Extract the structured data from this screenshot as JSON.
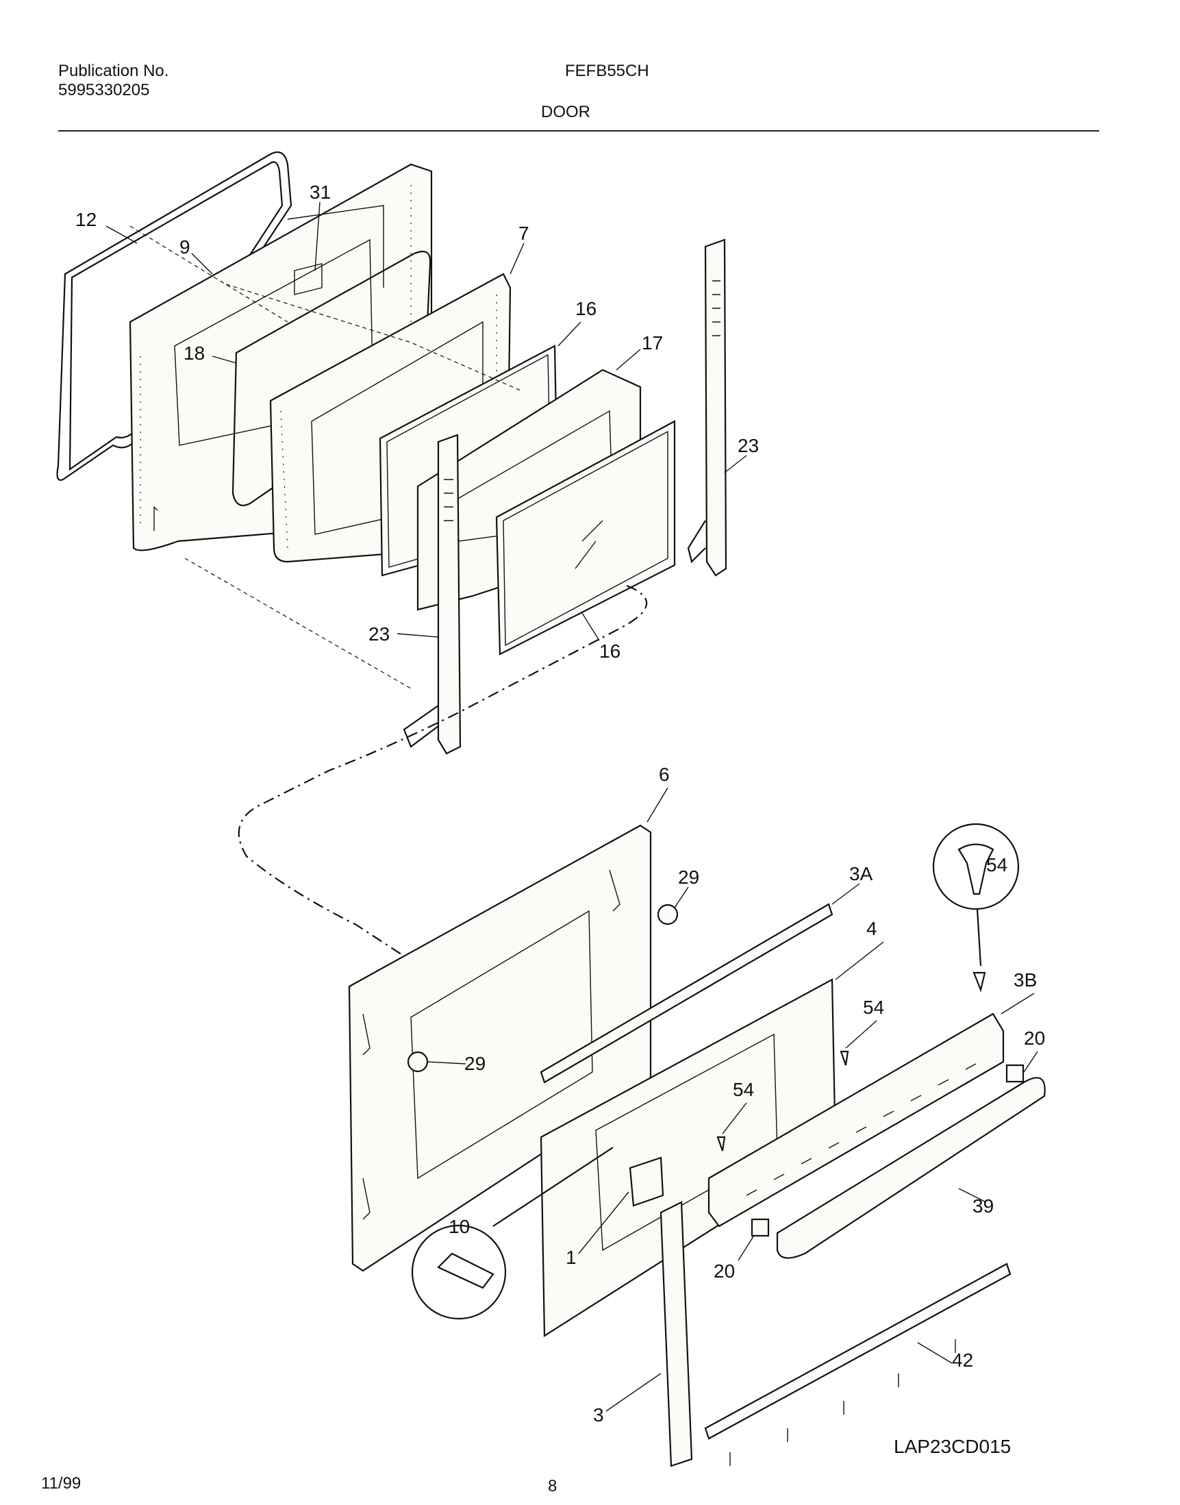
{
  "header": {
    "publication_label": "Publication No.",
    "publication_number": "5995330205",
    "model": "FEFB55CH",
    "section": "DOOR"
  },
  "footer": {
    "date": "11/99",
    "page": "8",
    "figure_code": "LAP23CD015"
  },
  "callouts": {
    "c12": "12",
    "c9": "9",
    "c31": "31",
    "c7": "7",
    "c16a": "16",
    "c17": "17",
    "c18": "18",
    "c23a": "23",
    "c23b": "23",
    "c16b": "16",
    "c6": "6",
    "c29a": "29",
    "c3A": "3A",
    "c54a": "54",
    "c4": "4",
    "c54b": "54",
    "c3B": "3B",
    "c20a": "20",
    "c29b": "29",
    "c54c": "54",
    "c10": "10",
    "c39": "39",
    "c1": "1",
    "c20b": "20",
    "c42": "42",
    "c3": "3"
  }
}
